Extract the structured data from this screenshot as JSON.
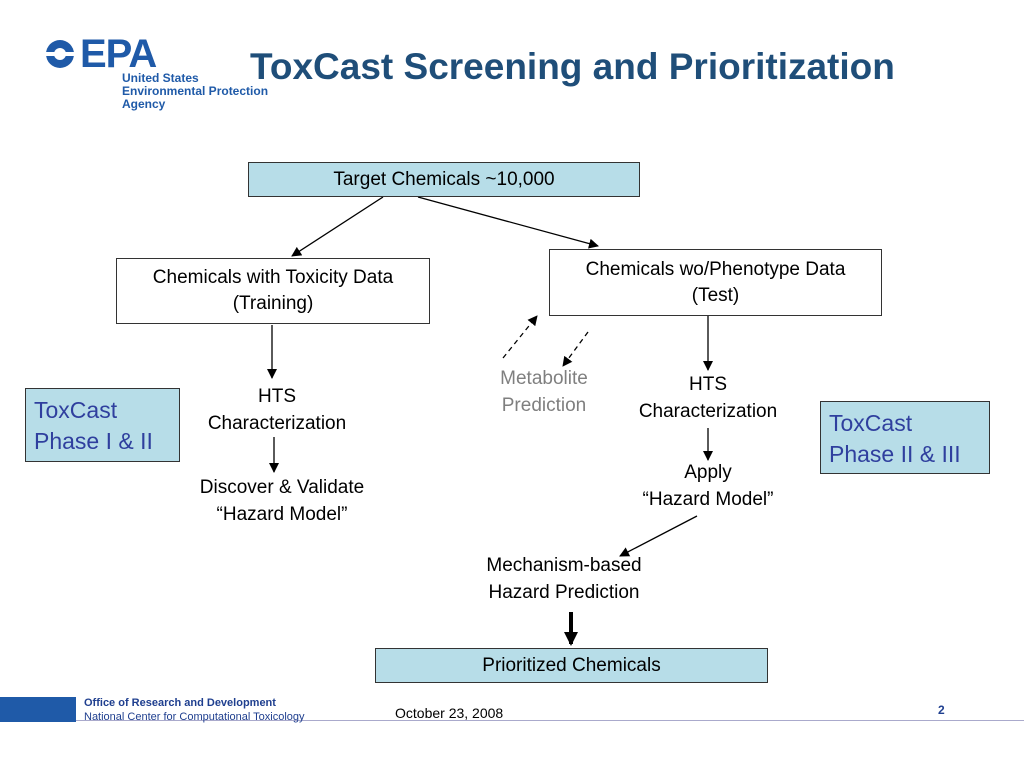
{
  "slide": {
    "title": "ToxCast Screening and Prioritization",
    "logo": {
      "mark": "EPA",
      "line1": "United States",
      "line2": "Environmental Protection",
      "line3": "Agency"
    },
    "footer": {
      "office": "Office of Research and Development",
      "center": "National Center for Computational Toxicology",
      "date": "October 23, 2008",
      "page": "2"
    }
  },
  "diagram": {
    "target": "Target Chemicals ~10,000",
    "training": "Chemicals with Toxicity Data\n(Training)",
    "test": "Chemicals wo/Phenotype Data\n(Test)",
    "hts_left": "HTS\nCharacterization",
    "discover": "Discover & Validate\n“Hazard Model”",
    "metabolite": "Metabolite\nPrediction",
    "hts_right": "HTS\nCharacterization",
    "apply": "Apply\n“Hazard Model”",
    "mechanism": "Mechanism-based\nHazard Prediction",
    "prioritized": "Prioritized Chemicals",
    "phase_left": "ToxCast\nPhase I & II",
    "phase_right": "ToxCast\nPhase II & III"
  },
  "colors": {
    "title": "#1f4e79",
    "box_fill": "#b7dde8",
    "phase_text": "#2f3f9e",
    "footer_blue": "#1f5aa8",
    "metabolite_text": "#7f7f7f"
  }
}
